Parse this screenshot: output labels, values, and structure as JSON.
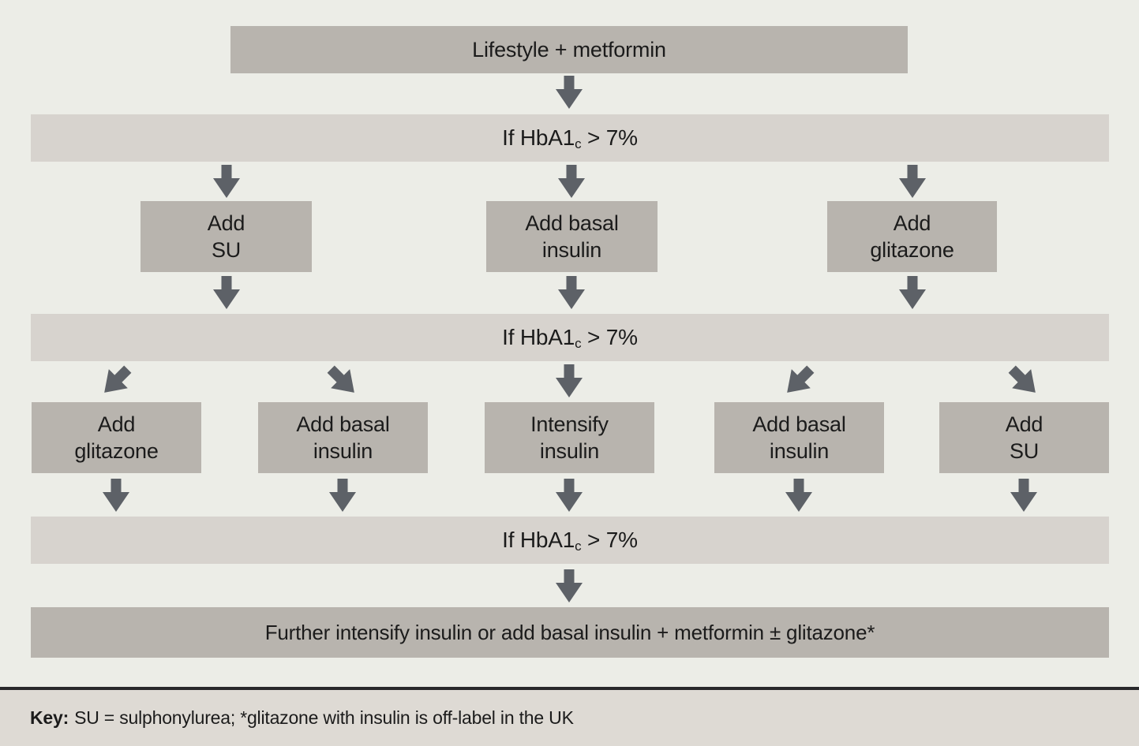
{
  "palette": {
    "page_bg": "#ecede7",
    "node_fill": "#b8b4ae",
    "bar_fill": "#d7d3ce",
    "key_bg": "#dedad4",
    "arrow": "#5d6167",
    "text": "#1b1b1b",
    "rule": "#29292b"
  },
  "flow": {
    "top_node": {
      "label": "Lifestyle + metformin"
    },
    "decision": {
      "prefix": "If HbA1",
      "sub": "c",
      "suffix": " > 7%"
    },
    "tier2": [
      {
        "line1": "Add",
        "line2": "SU"
      },
      {
        "line1": "Add basal",
        "line2": "insulin"
      },
      {
        "line1": "Add",
        "line2": "glitazone"
      }
    ],
    "tier3": [
      {
        "line1": "Add",
        "line2": "glitazone"
      },
      {
        "line1": "Add basal",
        "line2": "insulin"
      },
      {
        "line1": "Intensify",
        "line2": "insulin"
      },
      {
        "line1": "Add basal",
        "line2": "insulin"
      },
      {
        "line1": "Add",
        "line2": "SU"
      }
    ],
    "final_node": {
      "label": "Further intensify insulin or add basal insulin + metformin ± glitazone*"
    },
    "key": {
      "label": "Key:",
      "text": "SU = sulphonylurea; *glitazone with insulin is off-label in the UK"
    }
  }
}
